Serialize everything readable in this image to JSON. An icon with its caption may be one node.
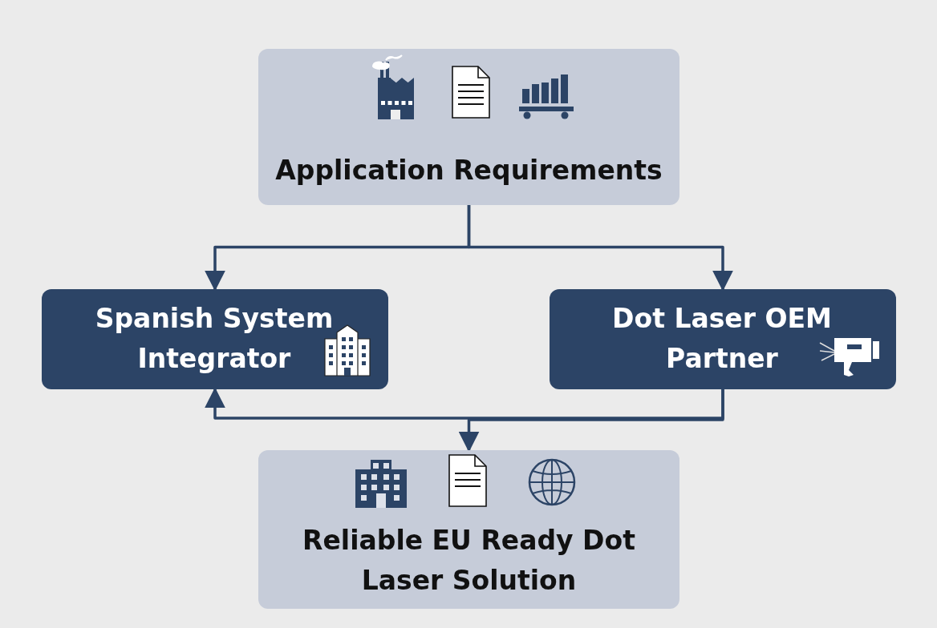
{
  "diagram": {
    "nodes": [
      {
        "text": [
          "Application Requirements"
        ]
      },
      {
        "text": [
          "Spanish System Integrator"
        ]
      },
      {
        "text": [
          "Dot Laser OEM Partner"
        ]
      },
      {
        "text": [
          "Reliable EU Ready Dot Laser Solution"
        ]
      }
    ],
    "edges": [
      {
        "from": 0,
        "to": 1,
        "arrow": "to"
      },
      {
        "from": 0,
        "to": 2,
        "arrow": "to"
      },
      {
        "from": 2,
        "to": 1,
        "arrow": "to"
      },
      {
        "from": 2,
        "to": 3,
        "arrow": "to"
      }
    ]
  }
}
